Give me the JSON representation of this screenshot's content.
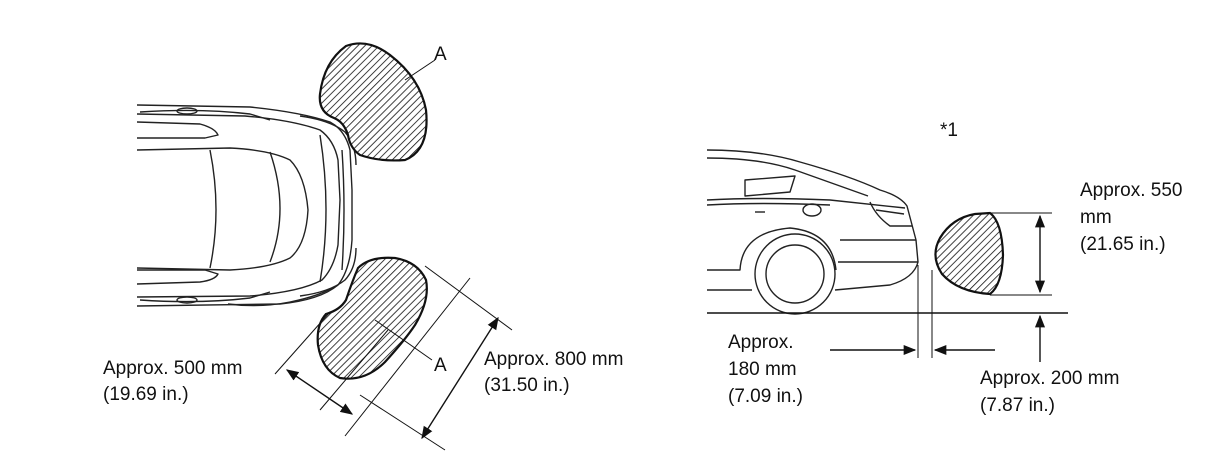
{
  "top_view": {
    "zone_label_upper": "A",
    "zone_label_lower": "A",
    "dim_500_line1": "Approx. 500 mm",
    "dim_500_line2": "(19.69 in.)",
    "dim_800_line1": "Approx. 800 mm",
    "dim_800_line2": "(31.50 in.)"
  },
  "side_view": {
    "reference_mark": "*1",
    "dim_550_line1": "Approx. 550",
    "dim_550_line2": "mm",
    "dim_550_line3": "(21.65 in.)",
    "dim_180_line1": "Approx.",
    "dim_180_line2": "180 mm",
    "dim_180_line3": "(7.09 in.)",
    "dim_200_line1": "Approx. 200 mm",
    "dim_200_line2": "(7.87 in.)"
  }
}
